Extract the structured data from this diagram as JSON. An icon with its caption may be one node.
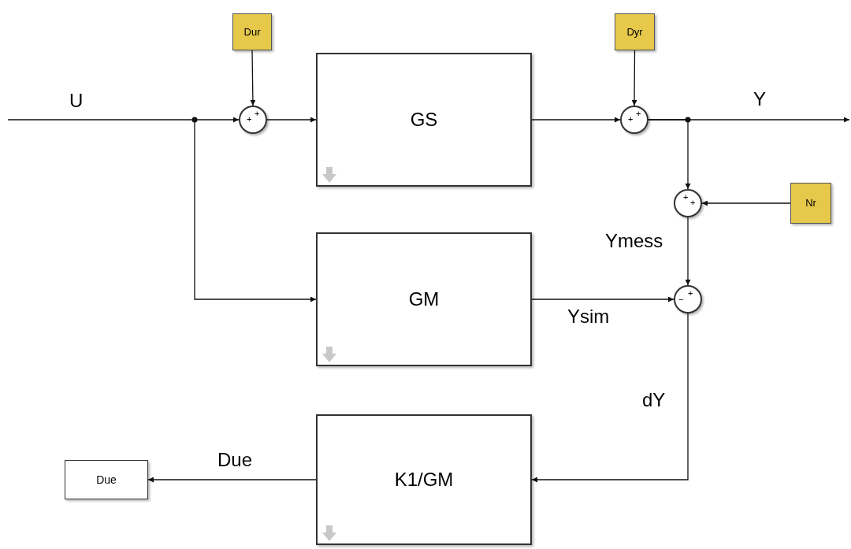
{
  "diagram": {
    "nodes": [
      {
        "text": [
          "Dur"
        ]
      },
      {
        "text": [
          "Dyr"
        ]
      },
      {
        "text": [
          "Nr"
        ]
      },
      {
        "text": [
          "+",
          "+"
        ]
      },
      {
        "text": [
          "GS"
        ]
      },
      {
        "text": [
          "+",
          "+"
        ]
      },
      {
        "text": [
          "+",
          "+"
        ]
      },
      {
        "text": [
          "GM"
        ]
      },
      {
        "text": [
          "−",
          "+"
        ]
      },
      {
        "text": [
          "K1/GM"
        ]
      },
      {
        "text": [
          "Due"
        ]
      }
    ],
    "edges": [
      {
        "from": null,
        "to": 3,
        "arrow": "to",
        "label": "U"
      },
      {
        "from": null,
        "to": 7,
        "arrow": "to"
      },
      {
        "from": 0,
        "to": 3,
        "arrow": "to"
      },
      {
        "from": 3,
        "to": 4,
        "arrow": "to"
      },
      {
        "from": 4,
        "to": 5,
        "arrow": "to"
      },
      {
        "from": 1,
        "to": 5,
        "arrow": "to"
      },
      {
        "from": 5,
        "to": null,
        "arrow": "to",
        "label": "Y"
      },
      {
        "from": 5,
        "to": 6,
        "arrow": "to"
      },
      {
        "from": 2,
        "to": 6,
        "arrow": "to"
      },
      {
        "from": 6,
        "to": 8,
        "arrow": "to",
        "label": "Ymess"
      },
      {
        "from": 7,
        "to": 8,
        "arrow": "to",
        "label": "Ysim"
      },
      {
        "from": 8,
        "to": 9,
        "arrow": "to",
        "label": "dY"
      },
      {
        "from": 9,
        "to": 10,
        "arrow": "to",
        "label": "Due"
      }
    ]
  }
}
